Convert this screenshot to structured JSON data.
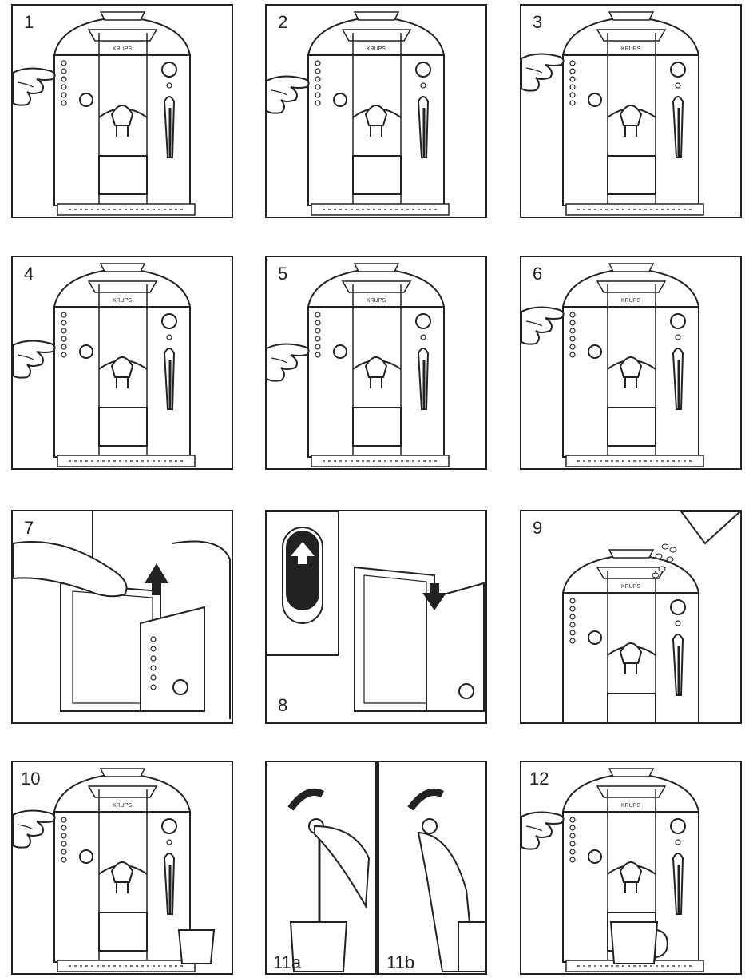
{
  "brand": "KRUPS",
  "steps": [
    {
      "label": "1",
      "scene": "finger-panel-2"
    },
    {
      "label": "2",
      "scene": "finger-panel-3"
    },
    {
      "label": "3",
      "scene": "finger-panel-1"
    },
    {
      "label": "4",
      "scene": "finger-panel-5"
    },
    {
      "label": "5",
      "scene": "finger-panel-6"
    },
    {
      "label": "6",
      "scene": "finger-panel-1"
    },
    {
      "label": "7",
      "scene": "lift-water-tank"
    },
    {
      "label": "8",
      "scene": "insert-water-tank"
    },
    {
      "label": "9",
      "scene": "fill-beans"
    },
    {
      "label": "10",
      "scene": "finger-panel-1-with-cup"
    },
    {
      "label": "11a",
      "label_b": "11b",
      "scene": "steam-knob-turn"
    },
    {
      "label": "12",
      "scene": "finger-panel-1-with-cup"
    }
  ],
  "colors": {
    "ink": "#222222",
    "shade": "#d0d0d0",
    "light": "#eeeeee"
  }
}
